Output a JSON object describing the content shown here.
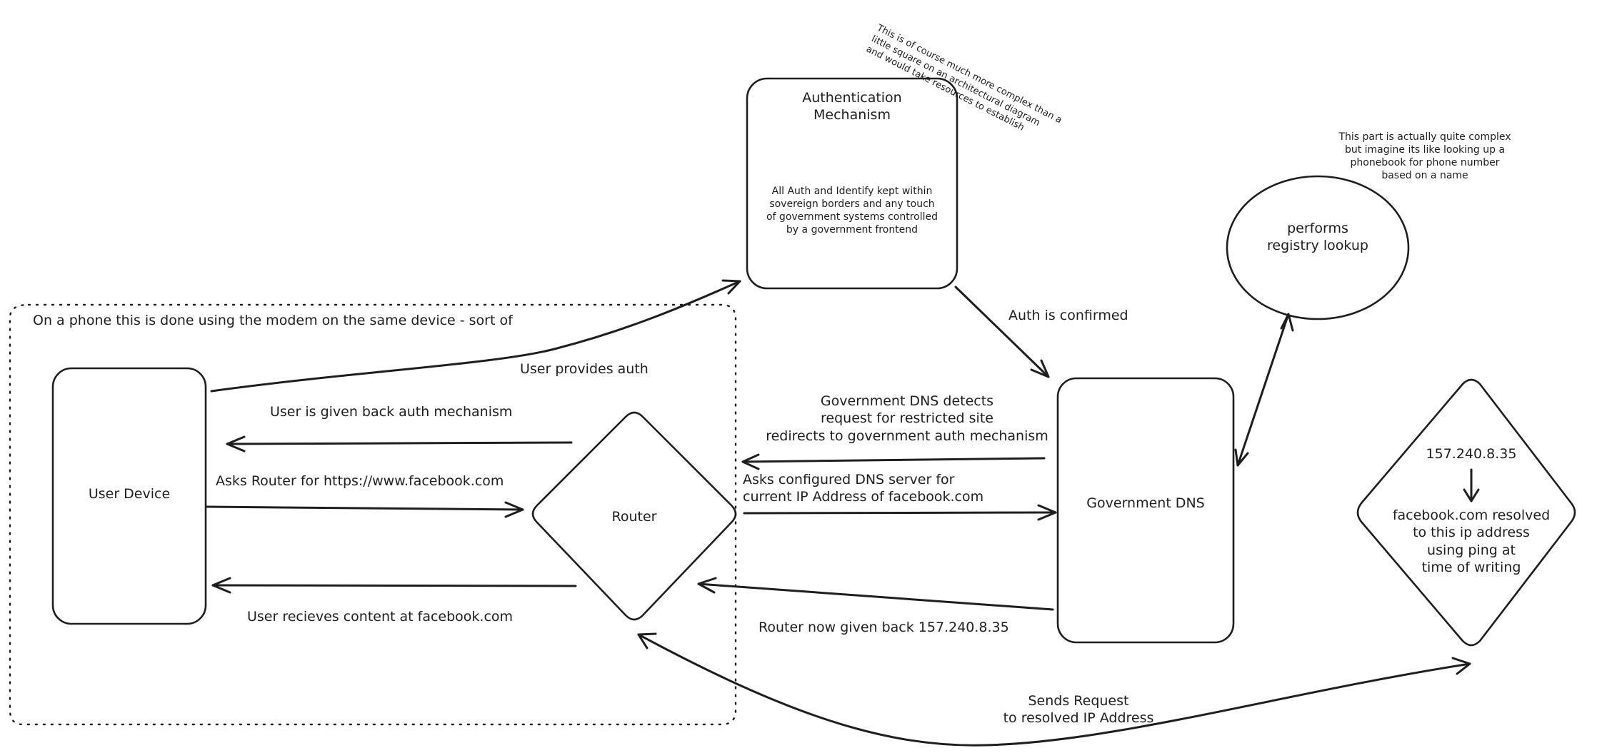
{
  "diagram": {
    "stroke_color": "#1e1e1e",
    "background": "#ffffff",
    "group": {
      "label": "On a phone this is done using the modem on the same device - sort of"
    },
    "nodes": {
      "user_device": {
        "label": "User Device",
        "shape": "rounded-rectangle"
      },
      "router": {
        "label": "Router",
        "shape": "diamond"
      },
      "auth_mechanism": {
        "title": "Authentication\nMechanism",
        "description": "All Auth and Identify kept within\nsovereign borders and any touch\nof government systems controlled\nby a government frontend",
        "shape": "rounded-rectangle"
      },
      "government_dns": {
        "label": "Government DNS",
        "shape": "rounded-rectangle"
      },
      "registry_lookup": {
        "label": "performs\nregistry lookup",
        "shape": "ellipse"
      },
      "resolved_ip": {
        "ip": "157.240.8.35",
        "description": "facebook.com resolved\nto this ip address\nusing ping at\ntime of writing",
        "shape": "diamond"
      }
    },
    "annotations": {
      "auth_complexity_note": "This is of course much more complex than a\nlittle square on an architectural diagram\nand would take resources to establish",
      "registry_note": "This part is actually quite complex\nbut imagine its like looking up a\nphonebook for phone number\nbased on a name"
    },
    "edges": [
      {
        "id": "user-provides-auth",
        "from": "user_device",
        "to": "auth_mechanism",
        "label": "User provides auth"
      },
      {
        "id": "auth-confirmed",
        "from": "auth_mechanism",
        "to": "government_dns",
        "label": "Auth is confirmed"
      },
      {
        "id": "dns-redirects",
        "from": "government_dns",
        "to": "router",
        "label": "Government DNS detects\nrequest for restricted site\nredirects to government auth mechanism"
      },
      {
        "id": "user-given-auth",
        "from": "router",
        "to": "user_device",
        "label": "User is given back auth mechanism"
      },
      {
        "id": "asks-router",
        "from": "user_device",
        "to": "router",
        "label": "Asks Router for https://www.facebook.com"
      },
      {
        "id": "asks-dns",
        "from": "router",
        "to": "government_dns",
        "label": "Asks configured DNS server for\ncurrent IP Address of facebook.com"
      },
      {
        "id": "router-given-ip",
        "from": "government_dns",
        "to": "router",
        "label": "Router now given back 157.240.8.35"
      },
      {
        "id": "user-receives",
        "from": "router",
        "to": "user_device",
        "label": "User recieves content at facebook.com"
      },
      {
        "id": "registry-link",
        "from": "government_dns",
        "to": "registry_lookup",
        "label": ""
      },
      {
        "id": "sends-request",
        "from": "router",
        "to": "resolved_ip",
        "label": "Sends Request\nto resolved IP Address"
      }
    ]
  }
}
